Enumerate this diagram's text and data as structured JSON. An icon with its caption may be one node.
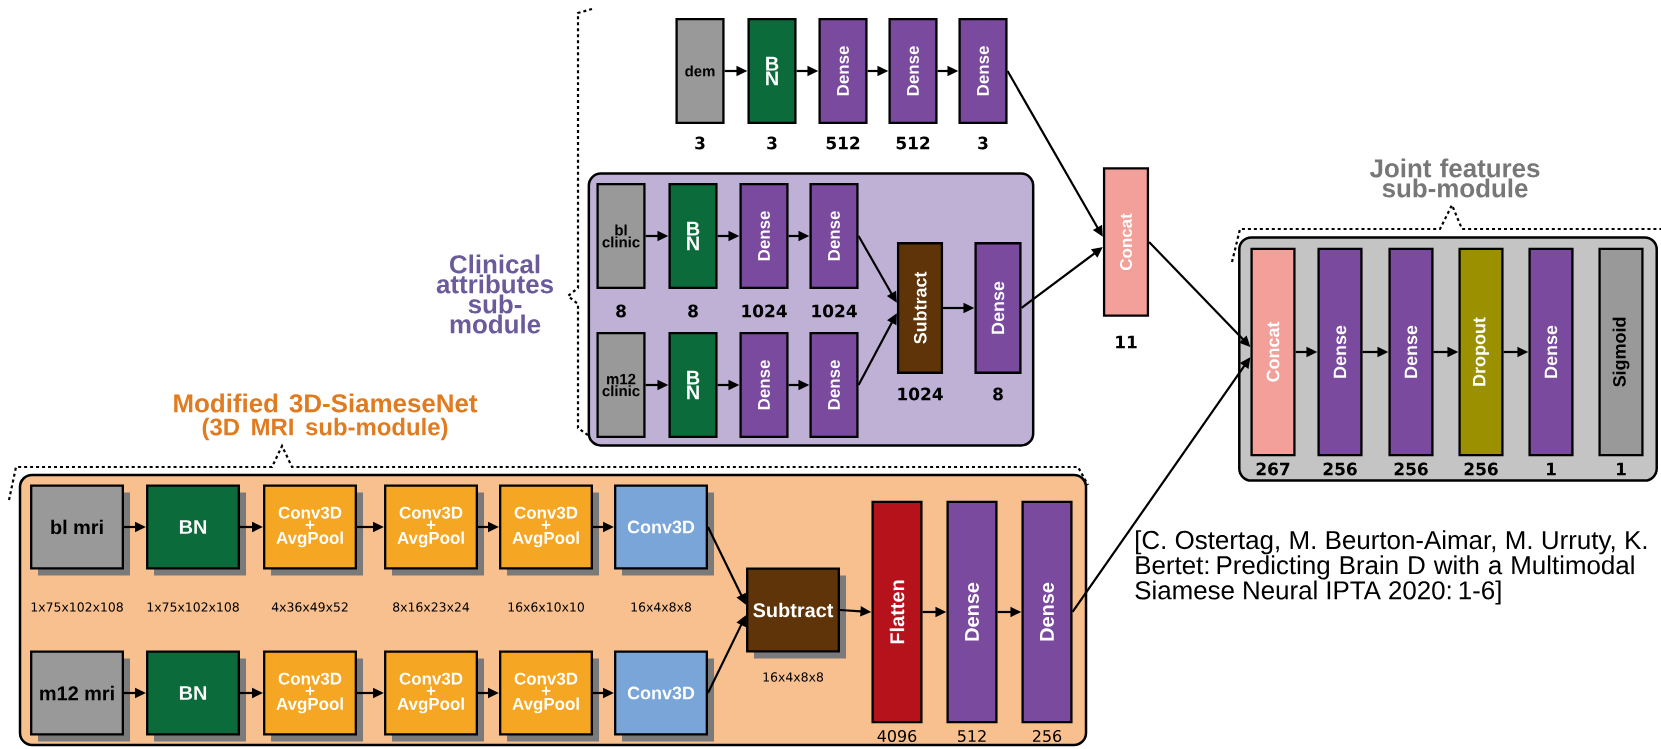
{
  "diagram": {
    "nodes": [
      {
        "text": [
          "dem"
        ],
        "beside": [
          "3"
        ]
      },
      {
        "text": [
          "B N"
        ],
        "beside": [
          "3"
        ]
      },
      {
        "text": [
          "Dense"
        ],
        "beside": [
          "512"
        ]
      },
      {
        "text": [
          "Dense"
        ],
        "beside": [
          "512"
        ]
      },
      {
        "text": [
          "Dense"
        ],
        "beside": [
          "3"
        ]
      },
      {
        "text": [],
        "shape": "box"
      },
      {
        "text": [
          "bl clinic"
        ],
        "beside": [
          "8"
        ],
        "in": 5
      },
      {
        "text": [
          "B N"
        ],
        "beside": [
          "8"
        ],
        "in": 5
      },
      {
        "text": [
          "Dense"
        ],
        "beside": [
          "1024"
        ],
        "in": 5
      },
      {
        "text": [
          "Dense"
        ],
        "beside": [
          "1024"
        ],
        "in": 5
      },
      {
        "text": [
          "m12 clinic"
        ],
        "in": 5
      },
      {
        "text": [
          "B N"
        ],
        "in": 5
      },
      {
        "text": [
          "Dense"
        ],
        "in": 5
      },
      {
        "text": [
          "Dense"
        ],
        "in": 5
      },
      {
        "text": [
          "Subtract"
        ],
        "beside": [
          "1024"
        ],
        "in": 5
      },
      {
        "text": [
          "Dense"
        ],
        "beside": [
          "8"
        ],
        "in": 5
      },
      {
        "text": [
          "Concat"
        ],
        "beside": [
          "11"
        ]
      },
      {
        "text": [
          "Joint features sub-module"
        ]
      },
      {
        "text": [
          "Concat"
        ],
        "beside": [
          "267"
        ],
        "in": 17
      },
      {
        "text": [
          "Dense"
        ],
        "beside": [
          "256"
        ],
        "in": 17
      },
      {
        "text": [
          "Dense"
        ],
        "beside": [
          "256"
        ],
        "in": 17
      },
      {
        "text": [
          "Dropout"
        ],
        "beside": [
          "256"
        ],
        "in": 17
      },
      {
        "text": [
          "Dense"
        ],
        "beside": [
          "1"
        ],
        "in": 17
      },
      {
        "text": [
          "Sigmoid"
        ],
        "beside": [
          "1"
        ],
        "in": 17
      },
      {
        "text": [
          "Modified 3D-SiameseNet",
          "(3D MRI sub-module)"
        ]
      },
      {
        "text": [
          "bl mri"
        ],
        "beside": [
          "1x75x102x108"
        ],
        "in": 24
      },
      {
        "text": [
          "BN"
        ],
        "beside": [
          "1x75x102x108"
        ],
        "in": 24
      },
      {
        "text": [
          "Conv3D + AvgPool"
        ],
        "beside": [
          "4x36x49x52"
        ],
        "in": 24
      },
      {
        "text": [
          "Conv3D + AvgPool"
        ],
        "beside": [
          "8x16x23x24"
        ],
        "in": 24
      },
      {
        "text": [
          "Conv3D + AvgPool"
        ],
        "beside": [
          "16x6x10x10"
        ],
        "in": 24
      },
      {
        "text": [
          "Conv3D"
        ],
        "beside": [
          "16x4x8x8"
        ],
        "in": 24
      },
      {
        "text": [
          "m12 mri"
        ],
        "in": 24
      },
      {
        "text": [
          "BN"
        ],
        "in": 24
      },
      {
        "text": [
          "Conv3D + AvgPool"
        ],
        "in": 24
      },
      {
        "text": [
          "Conv3D + AvgPool"
        ],
        "in": 24
      },
      {
        "text": [
          "Conv3D + AvgPool"
        ],
        "in": 24
      },
      {
        "text": [
          "Conv3D"
        ],
        "in": 24
      },
      {
        "text": [
          "Subtract"
        ],
        "beside": [
          "16x4x8x8"
        ],
        "in": 24
      },
      {
        "text": [
          "Flatten"
        ],
        "beside": [
          "4096"
        ],
        "in": 24
      },
      {
        "text": [
          "Dense"
        ],
        "beside": [
          "512"
        ],
        "in": 24
      },
      {
        "text": [
          "Dense"
        ],
        "beside": [
          "256"
        ],
        "in": 24
      }
    ],
    "edges": [
      {
        "from": 0,
        "to": 1,
        "arrow": "to"
      },
      {
        "from": 1,
        "to": 2,
        "arrow": "to"
      },
      {
        "from": 2,
        "to": 3,
        "arrow": "to"
      },
      {
        "from": 3,
        "to": 4,
        "arrow": "to"
      },
      {
        "from": 4,
        "to": 16,
        "arrow": "to"
      },
      {
        "from": 6,
        "to": 7,
        "arrow": "to"
      },
      {
        "from": 7,
        "to": 8,
        "arrow": "to"
      },
      {
        "from": 8,
        "to": 9,
        "arrow": "to"
      },
      {
        "from": 9,
        "to": 14,
        "arrow": "to"
      },
      {
        "from": 10,
        "to": 11,
        "arrow": "to"
      },
      {
        "from": 11,
        "to": 12,
        "arrow": "to"
      },
      {
        "from": 12,
        "to": 13,
        "arrow": "to"
      },
      {
        "from": 13,
        "to": 14,
        "arrow": "to"
      },
      {
        "from": 14,
        "to": 15,
        "arrow": "to"
      },
      {
        "from": 15,
        "to": 16,
        "arrow": "to"
      },
      {
        "from": 16,
        "to": 18,
        "arrow": "to"
      },
      {
        "from": 40,
        "to": 18,
        "arrow": "to"
      },
      {
        "from": 18,
        "to": 19,
        "arrow": "to"
      },
      {
        "from": 19,
        "to": 20,
        "arrow": "to"
      },
      {
        "from": 20,
        "to": 21,
        "arrow": "to"
      },
      {
        "from": 21,
        "to": 22,
        "arrow": "to"
      },
      {
        "from": 25,
        "to": 26,
        "arrow": "to"
      },
      {
        "from": 26,
        "to": 27,
        "arrow": "to"
      },
      {
        "from": 27,
        "to": 28,
        "arrow": "to"
      },
      {
        "from": 28,
        "to": 29,
        "arrow": "to"
      },
      {
        "from": 29,
        "to": 30,
        "arrow": "to"
      },
      {
        "from": 30,
        "to": 37,
        "arrow": "to"
      },
      {
        "from": 31,
        "to": 32,
        "arrow": "to"
      },
      {
        "from": 32,
        "to": 33,
        "arrow": "to"
      },
      {
        "from": 33,
        "to": 34,
        "arrow": "to"
      },
      {
        "from": 34,
        "to": 35,
        "arrow": "to"
      },
      {
        "from": 35,
        "to": 36,
        "arrow": "to"
      },
      {
        "from": 36,
        "to": 37,
        "arrow": "to"
      },
      {
        "from": 37,
        "to": 38,
        "arrow": "to"
      },
      {
        "from": 38,
        "to": 39,
        "arrow": "to"
      },
      {
        "from": 39,
        "to": 40,
        "arrow": "to"
      }
    ],
    "labels": [
      "Clinical attributes sub-module",
      "[C. Ostertag, M. Beurton-Aimar, M. Urruty, K. Bertet: Predicting Brain D with a Multimodal Siamese Neural IPTA 2020: 1-6]"
    ]
  }
}
